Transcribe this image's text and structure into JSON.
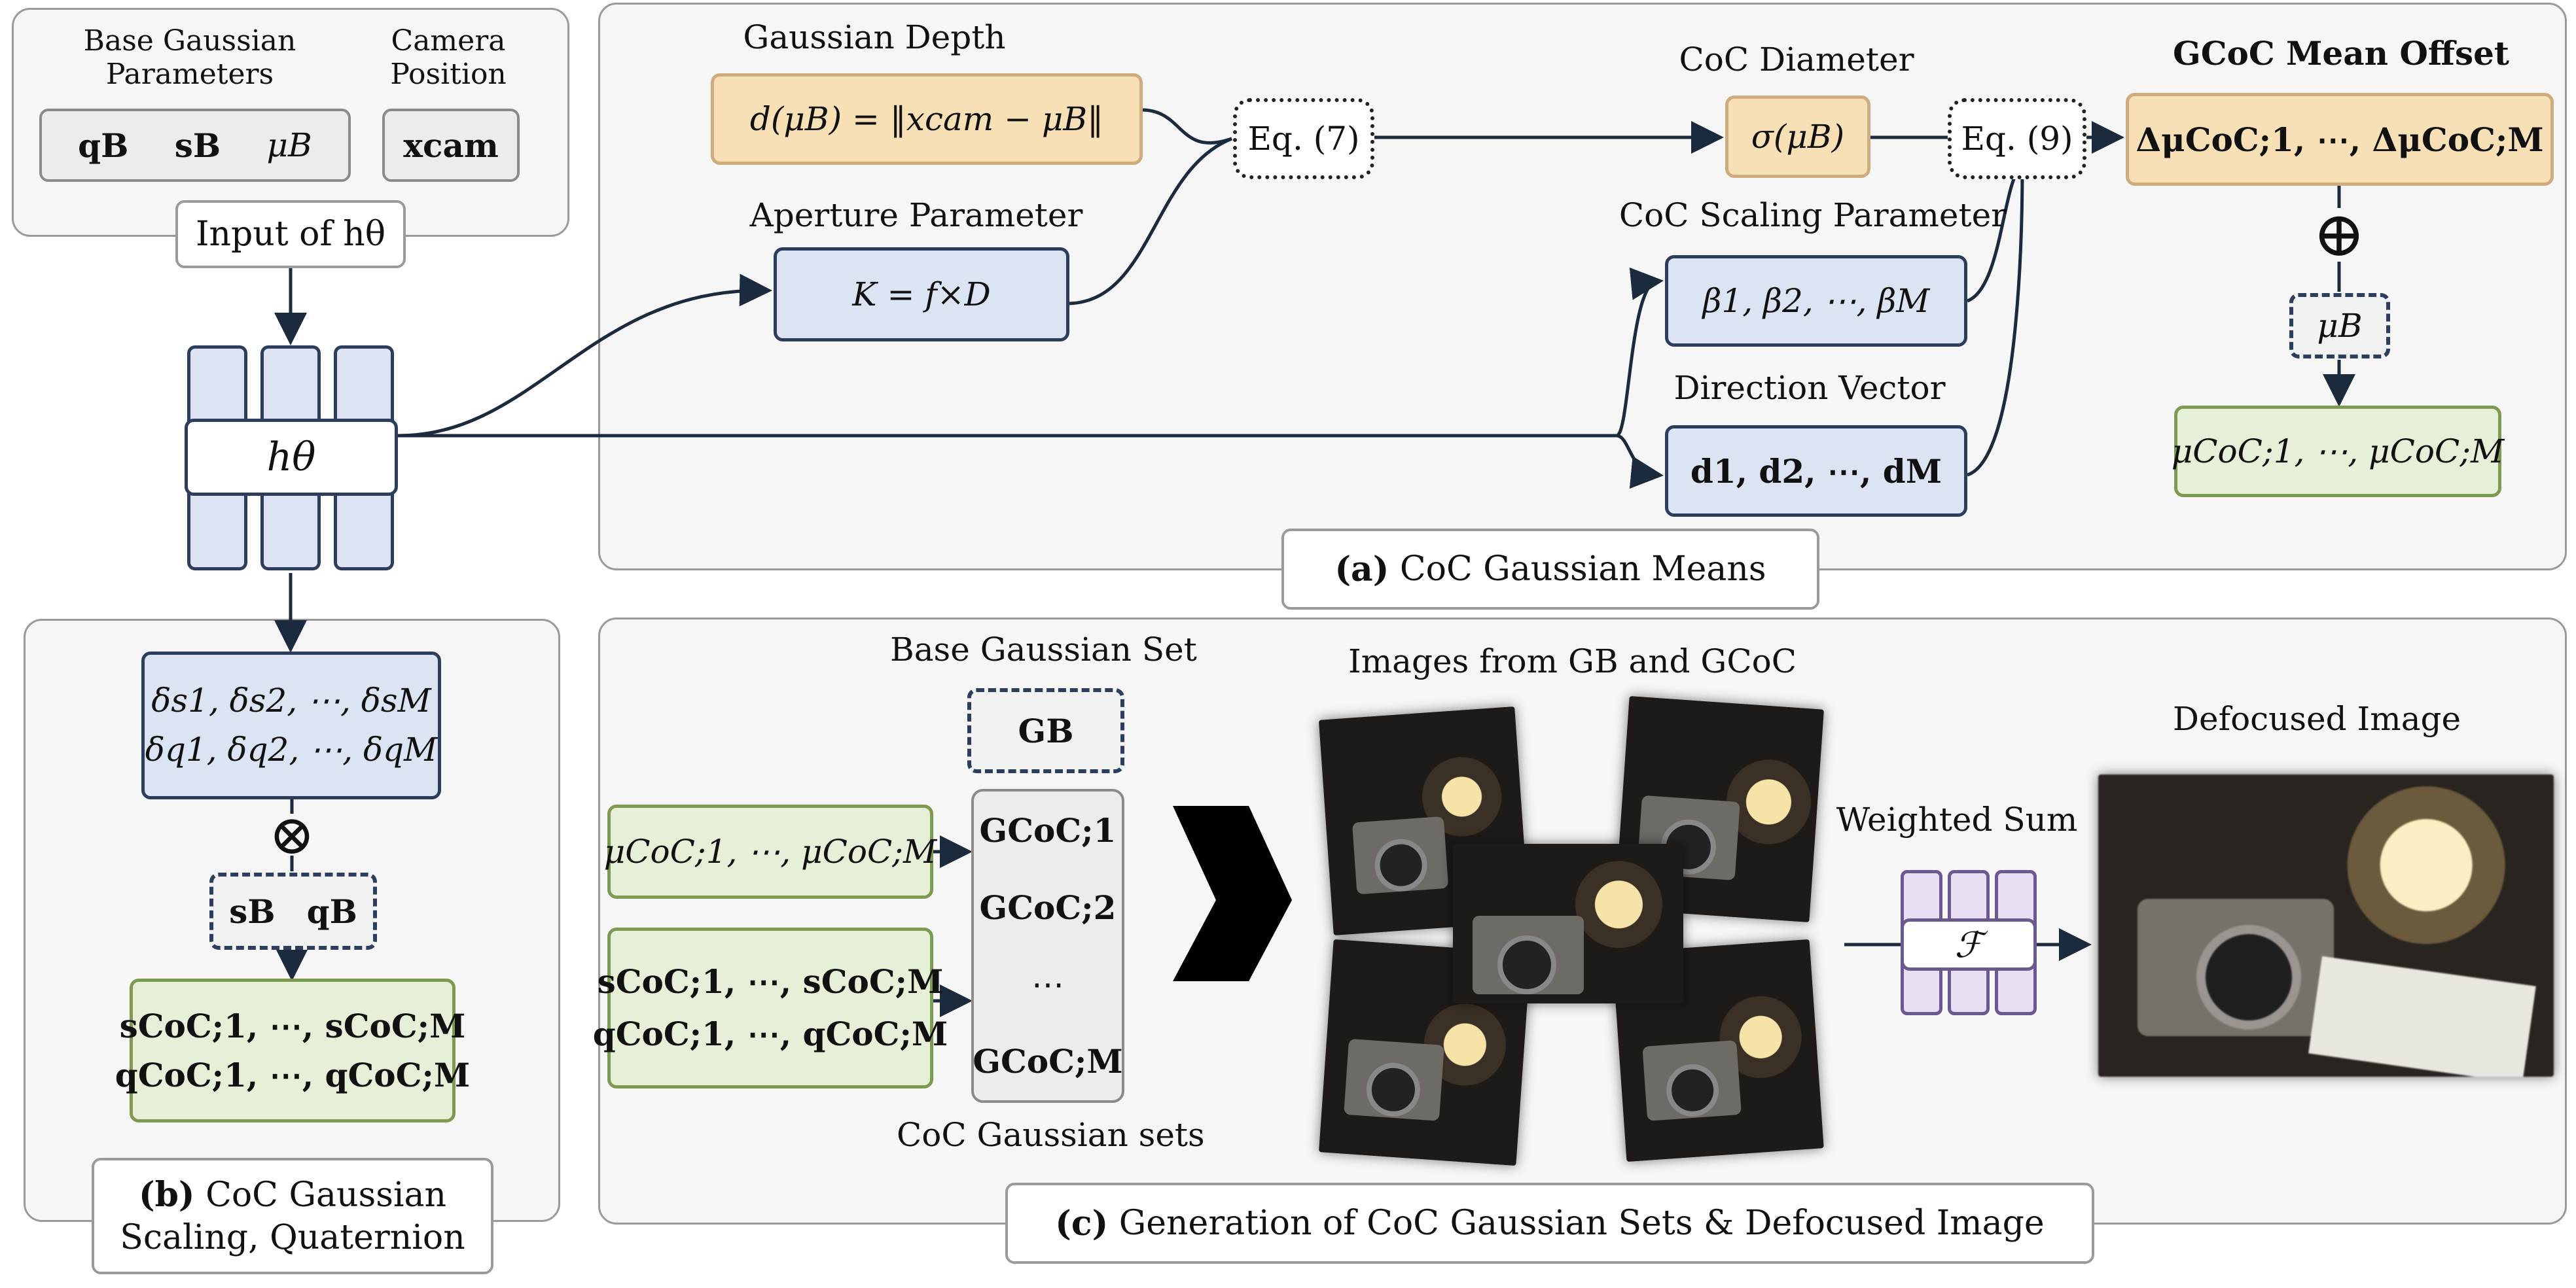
{
  "panel_a": {
    "caption_prefix": "(a)",
    "caption_text": "CoC Gaussian Means",
    "gaussian_depth_label": "Gaussian Depth",
    "gaussian_depth_eq": "d(μB) = ‖xcam − μB‖",
    "aperture_label": "Aperture Parameter",
    "aperture_eq": "K = f×D",
    "eq7": "Eq. (7)",
    "coc_diameter_label": "CoC Diameter",
    "coc_diameter_eq": "σ(μB)",
    "eq9": "Eq. (9)",
    "coc_scaling_label": "CoC Scaling Parameter",
    "coc_scaling_eq": "β1, β2, ⋯, βM",
    "direction_label": "Direction Vector",
    "direction_eq": "d1, d2, ⋯, dM",
    "mean_offset_label": "GCoC Mean Offset",
    "mean_offset_eq": "ΔμCoC;1, ⋯, ΔμCoC;M",
    "oplus": "⊕",
    "mu_b": "μB",
    "coc_means": "μCoC;1, ⋯, μCoC;M"
  },
  "input": {
    "base_params_label": "Base Gaussian Parameters",
    "camera_label": "Camera Position",
    "q_b": "qB",
    "s_b": "sB",
    "mu_b": "μB",
    "x_cam": "xcam",
    "input_caption": "Input of hθ",
    "network": "hθ"
  },
  "panel_b": {
    "caption_prefix": "(b)",
    "caption_text": "CoC Gaussian Scaling, Quaternion",
    "delta_s": "δs1, δs2, ⋯, δsM",
    "delta_q": "δq1, δq2, ⋯, δqM",
    "otimes": "⊗",
    "s_b": "sB",
    "q_b": "qB",
    "s_coc": "sCoC;1, ⋯, sCoC;M",
    "q_coc": "qCoC;1, ⋯, qCoC;M"
  },
  "panel_c": {
    "caption_prefix": "(c)",
    "caption_text": "Generation of CoC Gaussian Sets & Defocused Image",
    "base_set_label": "Base Gaussian Set",
    "g_b": "GB",
    "mu_coc": "μCoC;1, ⋯, μCoC;M",
    "s_coc": "sCoC;1, ⋯, sCoC;M",
    "q_coc": "qCoC;1, ⋯, qCoC;M",
    "g_coc_1": "GCoC;1",
    "g_coc_2": "GCoC;2",
    "g_coc_dots": "⋯",
    "g_coc_m": "GCoC;M",
    "coc_sets_label": "CoC Gaussian sets",
    "images_label": "Images from GB and GCoC",
    "weighted_sum_label": "Weighted Sum",
    "f_symbol": "ℱ",
    "defocused_label": "Defocused Image"
  },
  "colors": {
    "blue_fill": "#dce3f3",
    "blue_stroke": "#2d3e5c",
    "orange_fill": "#f7dfb6",
    "green_fill": "#e6efd8",
    "purple_fill": "#e8e0f2"
  }
}
